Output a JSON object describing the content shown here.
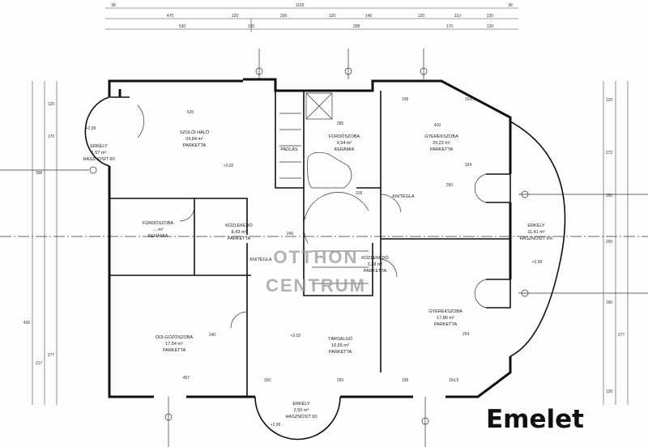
{
  "title": "Emelet",
  "watermark": {
    "line1": "OTTHON",
    "line2": "CENTRUM"
  },
  "rooms": {
    "master_bedroom": {
      "name": "SZÜLŐI HÁLÓ",
      "area": "24,84 m²",
      "floor": "PARKETTA"
    },
    "bathroom_main": {
      "name": "FÜRDŐSZOBA",
      "area": "9,54 m²",
      "floor": "KERÁMIA"
    },
    "kids_room_1": {
      "name": "GYEREKSZOBA",
      "area": "20,22 m²",
      "floor": "PARKETTA"
    },
    "bathroom_small": {
      "name": "FÜRDŐSZOBA",
      "area": "… m²",
      "floor": "KERÁMIA"
    },
    "hall_1": {
      "name": "KÖZLEKEDŐ",
      "area": "8,43 m²",
      "floor": "PARKETTA"
    },
    "hall_2": {
      "name": "KÖZLEKEDŐ",
      "area": "3,38 m²",
      "floor": "PARKETTA"
    },
    "study": {
      "name": "DOLGOZÓSZOBA",
      "area": "17,54 m²",
      "floor": "PARKETTA"
    },
    "lounge": {
      "name": "TÁRSALGÓ",
      "area": "16,65 m²",
      "floor": "PARKETTA"
    },
    "kids_room_2": {
      "name": "GYEREKSZOBA",
      "area": "17,86 m²",
      "floor": "PARKETTA"
    },
    "balcony_right": {
      "name": "ERKÉLY",
      "area": "11,41 m²",
      "note": "HASZNOSÍT 6%"
    },
    "balcony_bottom": {
      "name": "ERKÉLY",
      "area": "2,50 m²",
      "note": "HASZNOSÍT 60"
    },
    "balcony_left": {
      "name": "ERKÉLY",
      "area": "1,57 m²",
      "note": "HASZNOSÍT 60"
    },
    "attic": {
      "name": "PADLÁS"
    },
    "chimney_1": {
      "name": "KN/TÉGLA"
    },
    "chimney_2": {
      "name": "KN/TÉGLA"
    }
  },
  "levels": {
    "l1": "+3,02",
    "l2": "+3,02",
    "l3": "+2,99",
    "l4": "+2,99",
    "l5": "+2,99"
  },
  "dimensions": {
    "top_total": "1130",
    "top_edge_l": "38",
    "top_edge_r": "38",
    "row2": [
      "470",
      "120",
      "200",
      "120",
      "146",
      "120",
      "110",
      "120"
    ],
    "row3": [
      "530",
      "120",
      "298",
      "170",
      "120"
    ],
    "inner": [
      "635",
      "410",
      "285",
      "158",
      "154,5",
      "350",
      "457",
      "293",
      "150",
      "158",
      "154,5",
      "240",
      "249",
      "318",
      "324",
      "254"
    ],
    "right": [
      "120",
      "272",
      "150",
      "200",
      "160",
      "277",
      "120"
    ],
    "left": [
      "398",
      "430",
      "217",
      "277",
      "120",
      "170"
    ]
  }
}
